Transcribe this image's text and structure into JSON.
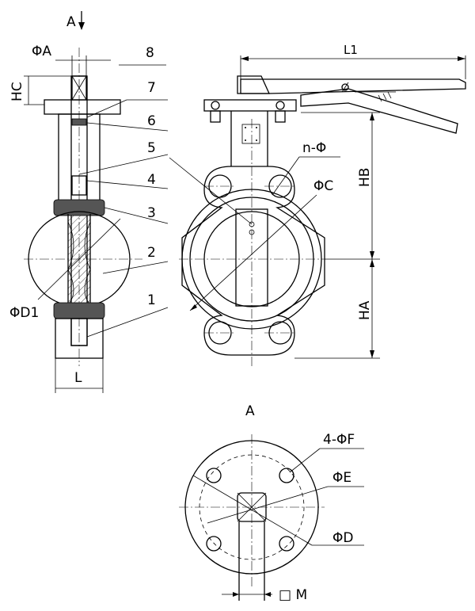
{
  "labels": {
    "view_arrow": "A",
    "dim_phi_a": "ΦA",
    "dim_hc": "HC",
    "dim_phi_d1": "ΦD1",
    "dim_l": "L",
    "dim_l1": "L1",
    "dim_n_phi": "n-Φ",
    "dim_phi_c": "ΦC",
    "dim_hb": "HB",
    "dim_ha": "HA",
    "view_title": "A",
    "dim_4_phi_f": "4-ΦF",
    "dim_phi_e": "ΦE",
    "dim_phi_d": "ΦD",
    "dim_m": "□ M"
  },
  "parts": [
    "1",
    "2",
    "3",
    "4",
    "5",
    "6",
    "7",
    "8"
  ]
}
